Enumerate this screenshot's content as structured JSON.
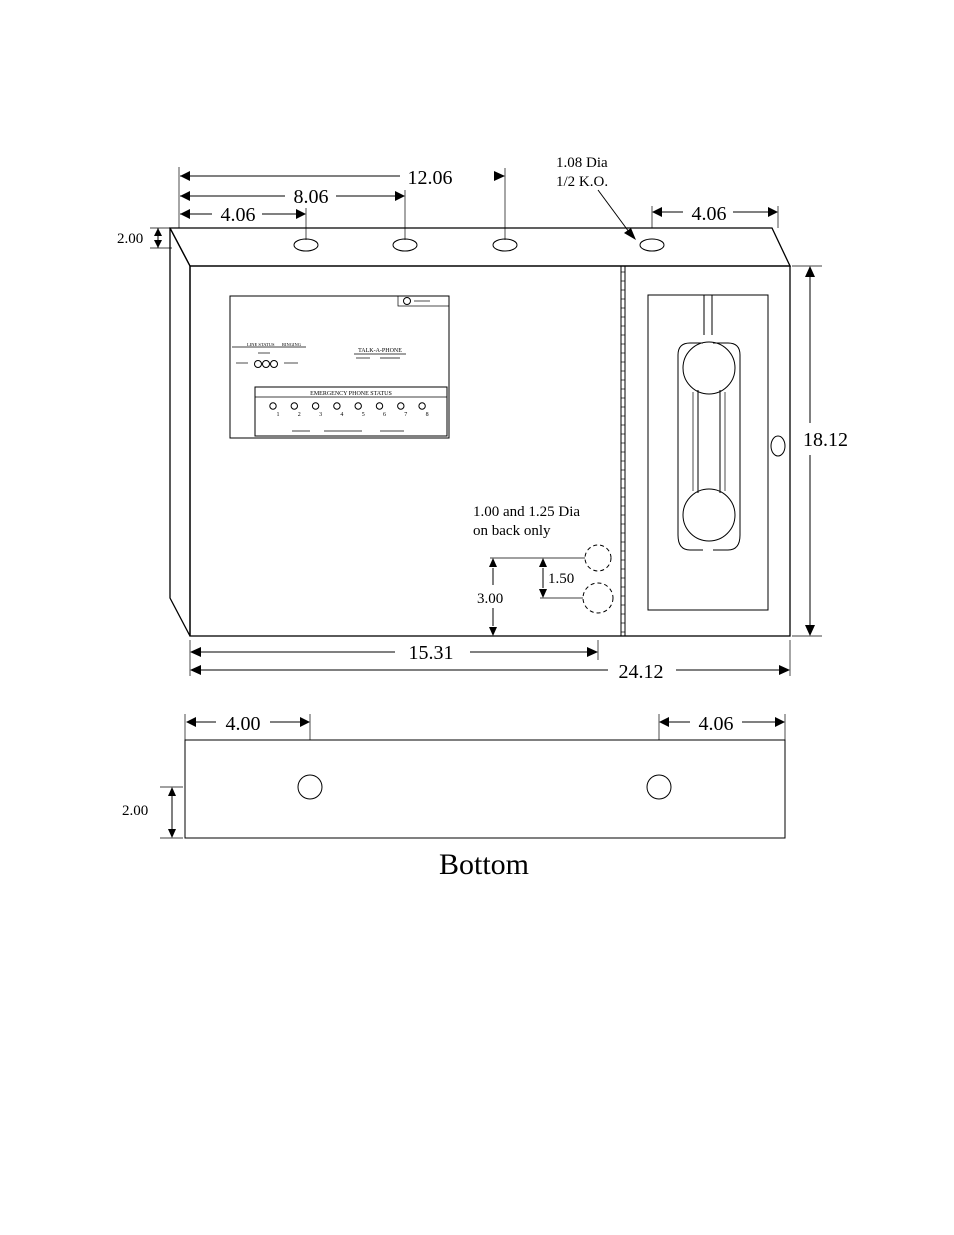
{
  "dimensions": {
    "top_total_width": "12.06",
    "top_mid_width": "8.06",
    "top_left_width": "4.06",
    "top_right_width": "4.06",
    "knockout_line1": "1.08 Dia",
    "knockout_line2": "1/2 K.O.",
    "depth_top": "2.00",
    "height": "18.12",
    "back_holes_line1": "1.00 and 1.25 Dia",
    "back_holes_line2": "on back only",
    "hole_spacing": "1.50",
    "hole_from_bottom": "3.00",
    "hinge_offset": "15.31",
    "total_width": "24.12",
    "bottom_left": "4.00",
    "bottom_right": "4.06",
    "bottom_depth": "2.00"
  },
  "bottom_view_label": "Bottom",
  "panel": {
    "line_status": "LINE STATUS",
    "ringing": "RINGING",
    "talk_a_phone": "TALK-A-PHONE",
    "emergency_status": "EMERGENCY PHONE STATUS",
    "station_numbers": [
      "1",
      "2",
      "3",
      "4",
      "5",
      "6",
      "7",
      "8"
    ]
  }
}
